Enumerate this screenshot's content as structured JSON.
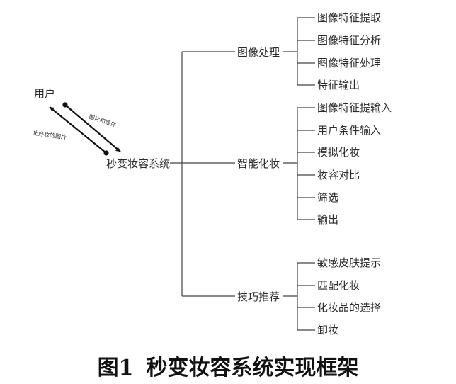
{
  "diagram": {
    "user": "用户",
    "root": "秒变妆容系统",
    "arrow_to_system": "图片和条件",
    "arrow_to_user": "化好妆的图片",
    "branches": [
      {
        "label": "图像处理",
        "children": [
          "图像特征提取",
          "图像特征分析",
          "图像特征处理",
          "特征输出"
        ]
      },
      {
        "label": "智能化妆",
        "children": [
          "图像特征提输入",
          "用户条件输入",
          "模拟化妆",
          "妆容对比",
          "筛选",
          "输出"
        ]
      },
      {
        "label": "技巧推荐",
        "children": [
          "敏感皮肤提示",
          "匹配化妆",
          "化妆品的选择",
          "卸妆"
        ]
      }
    ]
  },
  "caption": {
    "figure_no": "图1",
    "title": "秒变妆容系统实现框架"
  }
}
